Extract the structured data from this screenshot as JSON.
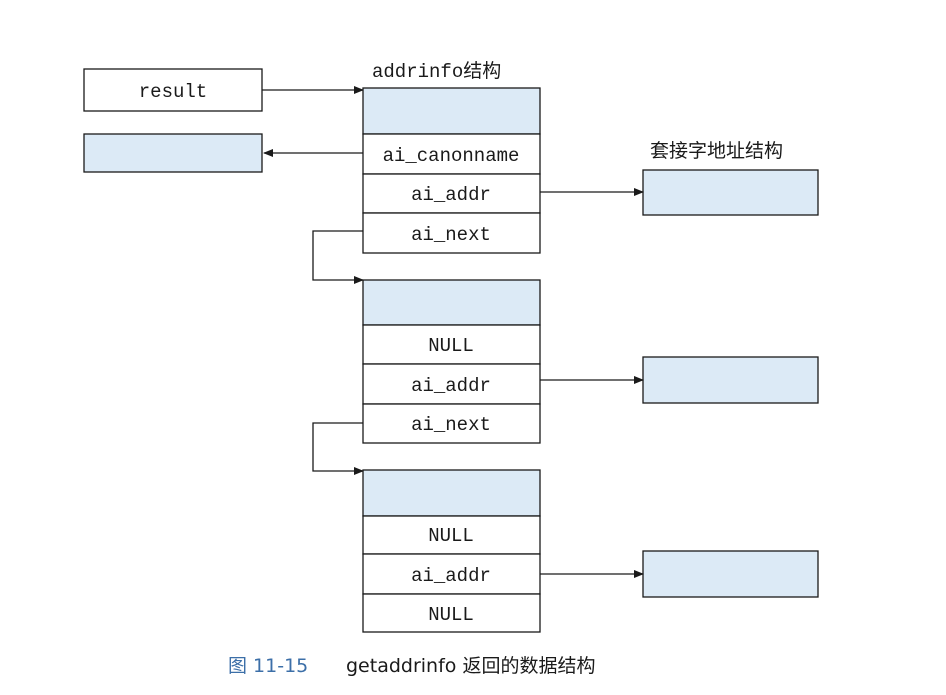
{
  "labels": {
    "result": "result",
    "addrinfo_struct": "addrinfo结构",
    "socket_addr_struct": "套接字地址结构"
  },
  "nodes": [
    {
      "fields": [
        "ai_canonname",
        "ai_addr",
        "ai_next"
      ]
    },
    {
      "fields": [
        "NULL",
        "ai_addr",
        "ai_next"
      ]
    },
    {
      "fields": [
        "NULL",
        "ai_addr",
        "NULL"
      ]
    }
  ],
  "caption": {
    "figure_number": "图 11-15",
    "text": "getaddrinfo 返回的数据结构"
  },
  "colors": {
    "shaded": "#dceaf6",
    "caption_accent": "#3c6fa8"
  }
}
